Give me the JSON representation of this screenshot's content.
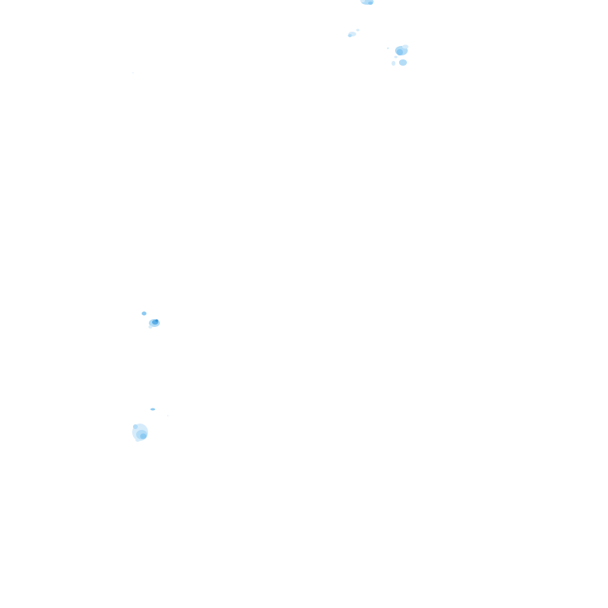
{
  "map": {
    "layer": "precipitation-radar-overlay",
    "background_color": "#ffffff",
    "palette": {
      "very_light": "#d6ecfb",
      "light": "#b3dcf7",
      "medium": "#8ccaf2",
      "strong": "#5aaee8",
      "peak": "#3a93d6"
    },
    "echo_clusters": [
      {
        "id": "north-edge",
        "intensity": "light"
      },
      {
        "id": "north-small",
        "intensity": "very_light"
      },
      {
        "id": "north-east",
        "intensity": "medium"
      },
      {
        "id": "west-middle",
        "intensity": "strong"
      },
      {
        "id": "west-lower-speck",
        "intensity": "light"
      },
      {
        "id": "west-lower",
        "intensity": "medium"
      }
    ]
  }
}
